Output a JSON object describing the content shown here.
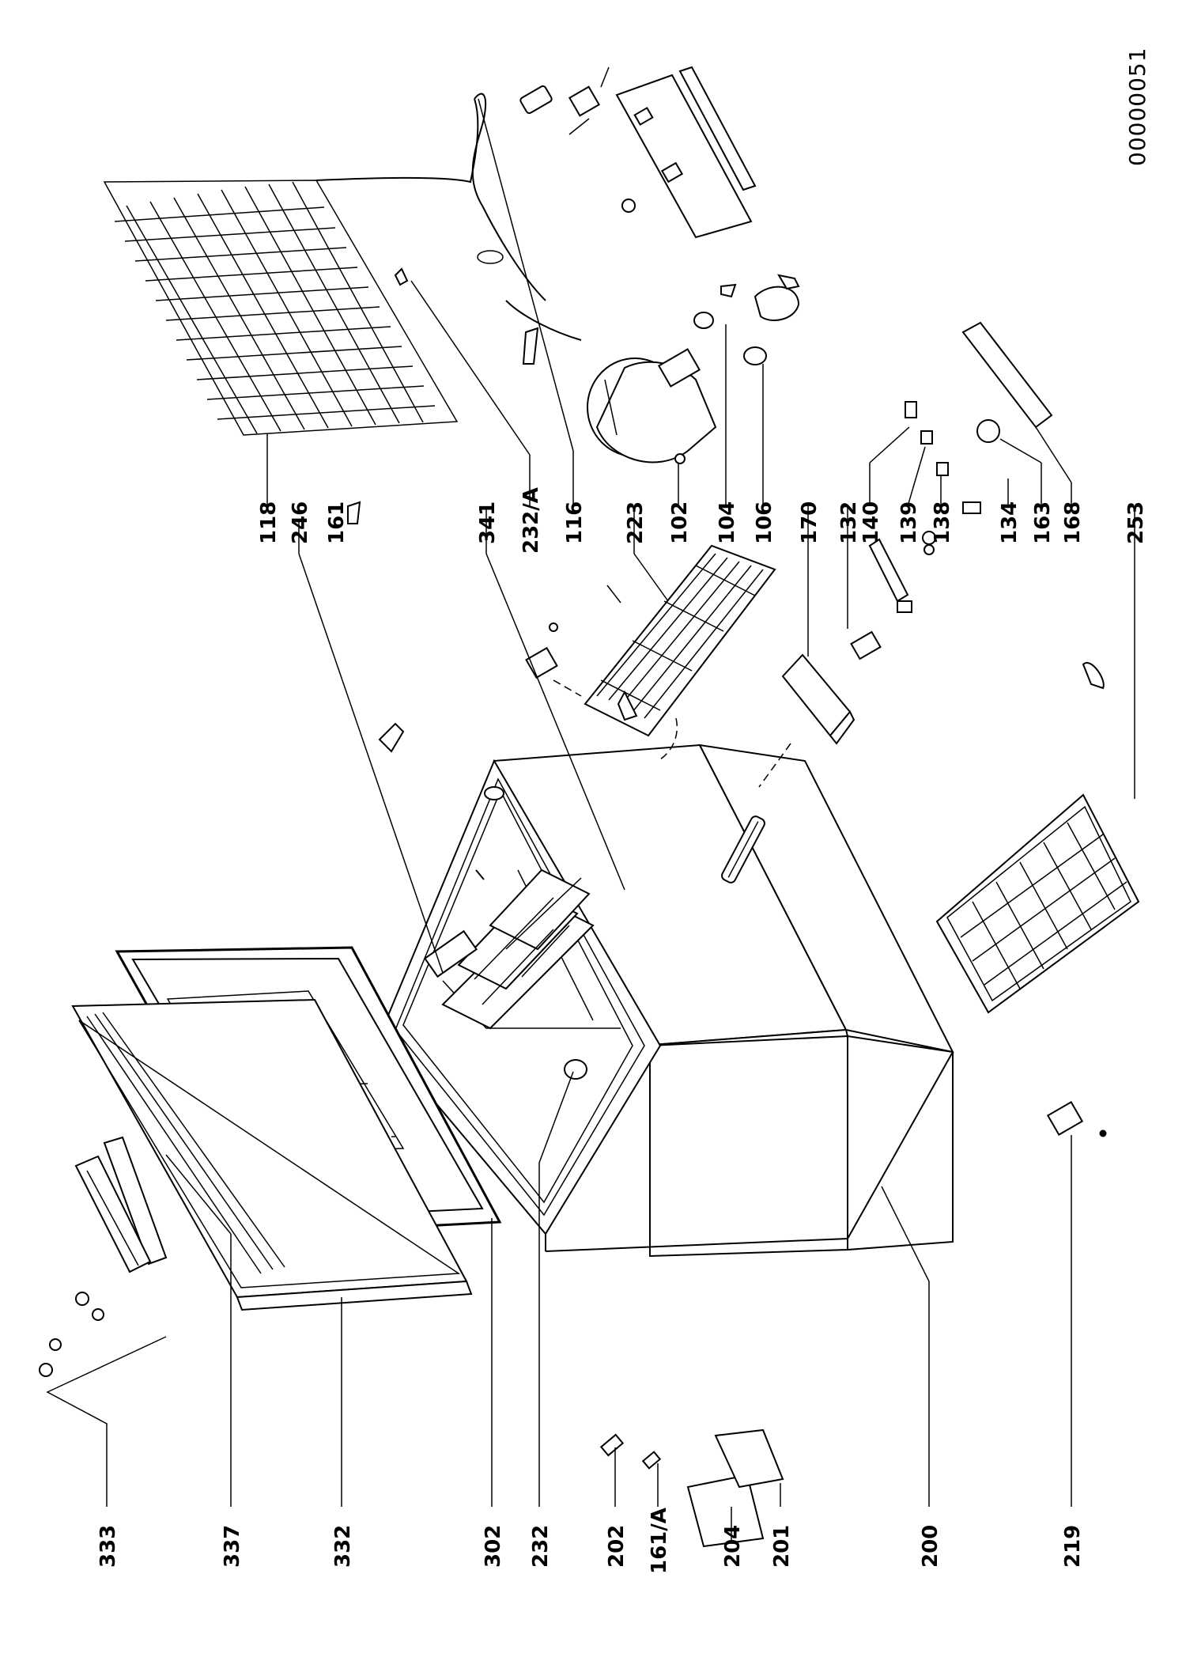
{
  "document": {
    "code": "00000051"
  },
  "labels": {
    "l333": "333",
    "l337": "337",
    "l332": "332",
    "l302": "302",
    "l232": "232",
    "l202": "202",
    "l161a": "161/A",
    "l204": "204",
    "l201": "201",
    "l200": "200",
    "l219": "219",
    "l118": "118",
    "l246": "246",
    "l161": "161",
    "l341": "341",
    "l232a": "232/A",
    "l116": "116",
    "l223": "223",
    "l102": "102",
    "l104": "104",
    "l106": "106",
    "l170": "170",
    "l132": "132",
    "l140": "140",
    "l139": "139",
    "l138": "138",
    "l134": "134",
    "l163": "163",
    "l168": "168",
    "l253": "253"
  }
}
